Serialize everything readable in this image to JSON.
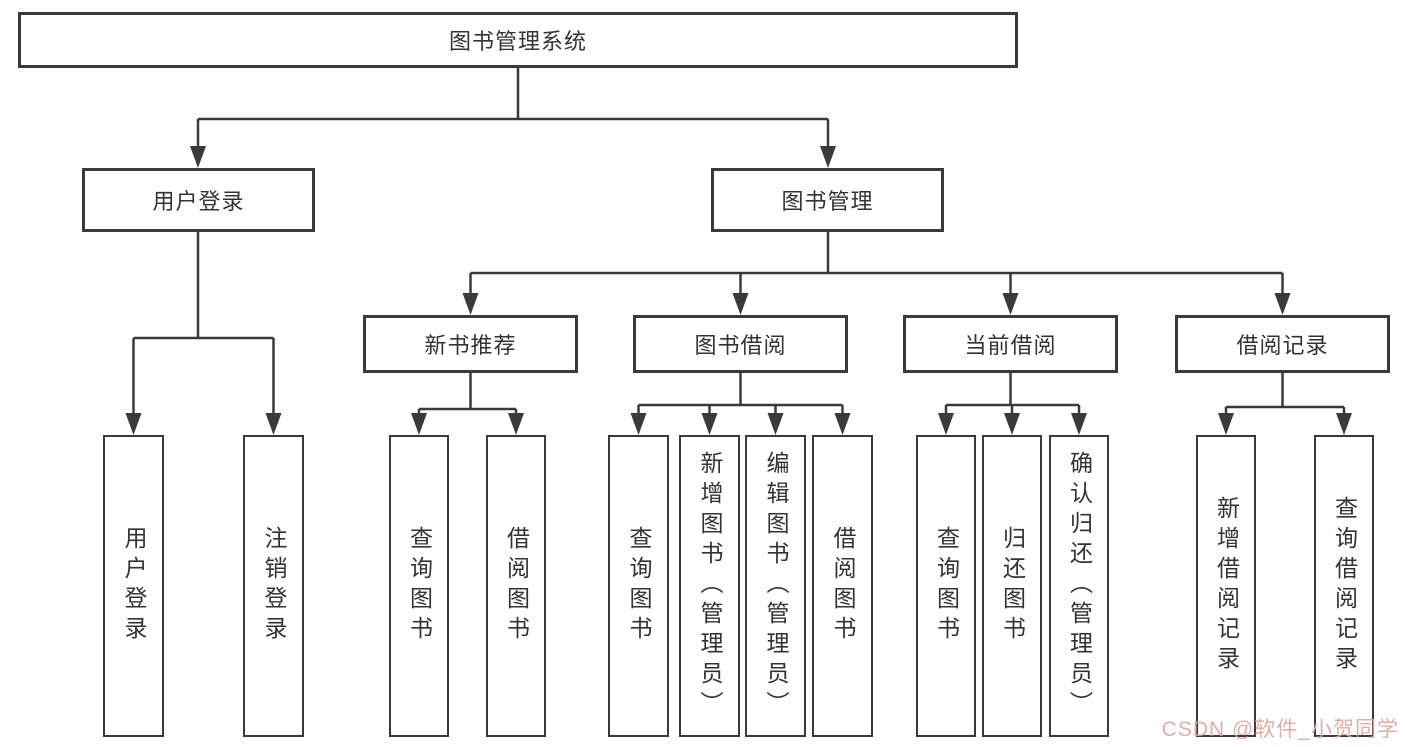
{
  "diagram": {
    "root": {
      "label": "图书管理系统"
    },
    "level2": [
      {
        "label": "用户登录"
      },
      {
        "label": "图书管理"
      }
    ],
    "level3": [
      {
        "label": "新书推荐"
      },
      {
        "label": "图书借阅"
      },
      {
        "label": "当前借阅"
      },
      {
        "label": "借阅记录"
      }
    ],
    "leaves": {
      "user_login": [
        "用户登录",
        "注销登录"
      ],
      "new_book": [
        "查询图书",
        "借阅图书"
      ],
      "borrow": [
        "查询图书",
        "新增图书（管理员）",
        "编辑图书（管理员）",
        "借阅图书"
      ],
      "current": [
        "查询图书",
        "归还图书",
        "确认归还（管理员）"
      ],
      "records": [
        "新增借阅记录",
        "查询借阅记录"
      ]
    }
  },
  "watermark": {
    "text": "CSDN @软件_小贺同学",
    "color": "#e2a3a3"
  },
  "colors": {
    "line": "#3a3a3a",
    "border": "#3a3a3a",
    "text": "#333333",
    "background": "#ffffff"
  }
}
